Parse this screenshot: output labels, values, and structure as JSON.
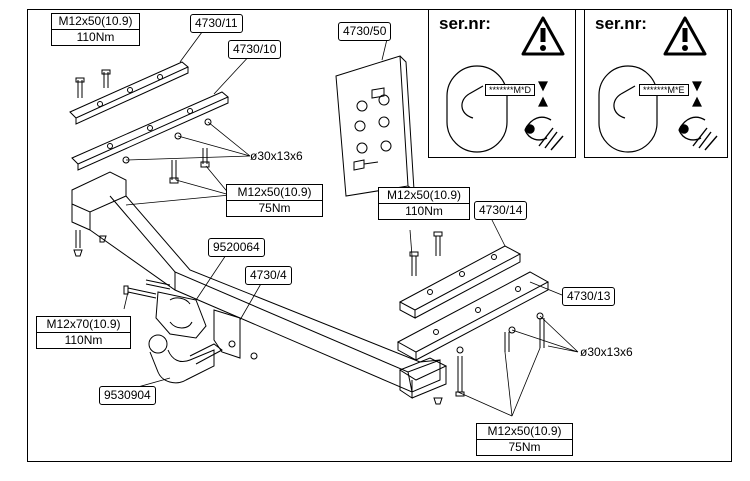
{
  "part_labels": {
    "p4730_11": "4730/11",
    "p4730_10": "4730/10",
    "p4730_50": "4730/50",
    "p4730_14": "4730/14",
    "p4730_13": "4730/13",
    "p4730_4": "4730/4",
    "p9520064": "9520064",
    "p9530904": "9530904"
  },
  "bolt_specs": {
    "top_left": {
      "bolt": "M12x50(10.9)",
      "torque": "110Nm"
    },
    "mid_left": {
      "bolt": "M12x50(10.9)",
      "torque": "75Nm"
    },
    "top_right": {
      "bolt": "M12x50(10.9)",
      "torque": "110Nm"
    },
    "bottom_right": {
      "bolt": "M12x50(10.9)",
      "torque": "75Nm"
    },
    "ball": {
      "bolt": "M12x70(10.9)",
      "torque": "110Nm"
    }
  },
  "washers": {
    "left": "ø30x13x6",
    "right": "ø30x13x6"
  },
  "serial_panels": [
    {
      "title": "ser.nr:",
      "code": "*******M*D"
    },
    {
      "title": "ser.nr:",
      "code": "*******M*E"
    }
  ]
}
